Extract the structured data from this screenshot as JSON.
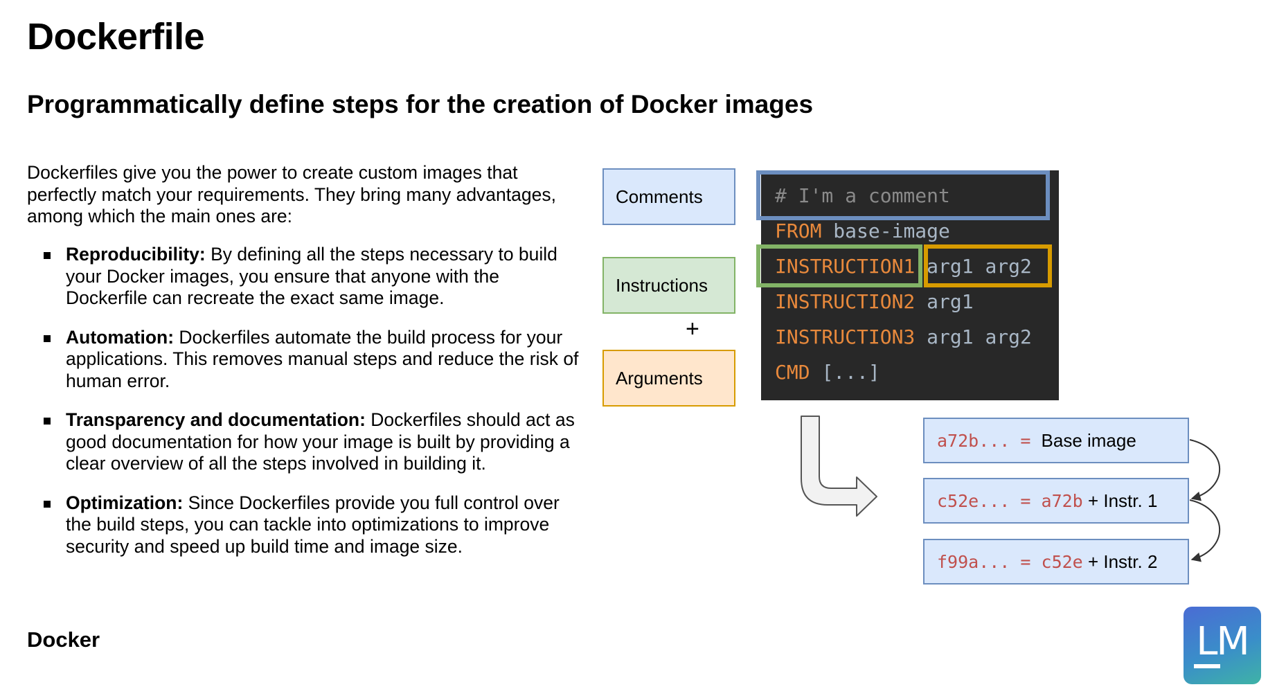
{
  "title": "Dockerfile",
  "subtitle": "Programmatically define steps for the creation of Docker images",
  "intro": "Dockerfiles give you the power to create custom images that perfectly match your requirements. They bring many advantages, among which the main ones are:",
  "bullets": [
    {
      "term": "Reproducibility:",
      "text": " By defining all the steps necessary to build your Docker images, you ensure that anyone with the Dockerfile can recreate the exact same image."
    },
    {
      "term": "Automation:",
      "text": " Dockerfiles automate the build process for your applications. This removes manual steps and reduce the risk of human error."
    },
    {
      "term": "Transparency and documentation:",
      "text": " Dockerfiles should act as good documentation for how your image is built by providing a clear overview of all the steps involved in building it."
    },
    {
      "term": "Optimization:",
      "text": " Since Dockerfiles provide you full control over the build steps, you can tackle into optimizations to improve security and speed up build time and image size."
    }
  ],
  "footer": "Docker",
  "diagram": {
    "labels": {
      "comments": "Comments",
      "instructions": "Instructions",
      "plus": "+",
      "arguments": "Arguments"
    },
    "code": {
      "comment": "# I'm a comment",
      "from_kw": "FROM",
      "from_arg": "base-image",
      "i1_kw": "INSTRUCTION1",
      "i1_args": "arg1 arg2",
      "i2_kw": "INSTRUCTION2",
      "i2_args": "arg1",
      "i3_kw": "INSTRUCTION3",
      "i3_args": "arg1 arg2",
      "cmd_kw": "CMD",
      "cmd_args": "[...]"
    },
    "hashes": [
      {
        "hash": "a72b...",
        "eq": " = ",
        "ref": "",
        "desc": "Base image"
      },
      {
        "hash": "c52e...",
        "eq": " = ",
        "ref": "a72b",
        "desc": " + Instr. 1"
      },
      {
        "hash": "f99a...",
        "eq": " = ",
        "ref": "c52e",
        "desc": " + Instr. 2"
      }
    ],
    "colors": {
      "comment": "#6c8ebf",
      "instruction": "#82b366",
      "argument": "#d79b00",
      "keyword": "#e8893c",
      "hash": "#c0504d"
    }
  },
  "logo": "LM"
}
